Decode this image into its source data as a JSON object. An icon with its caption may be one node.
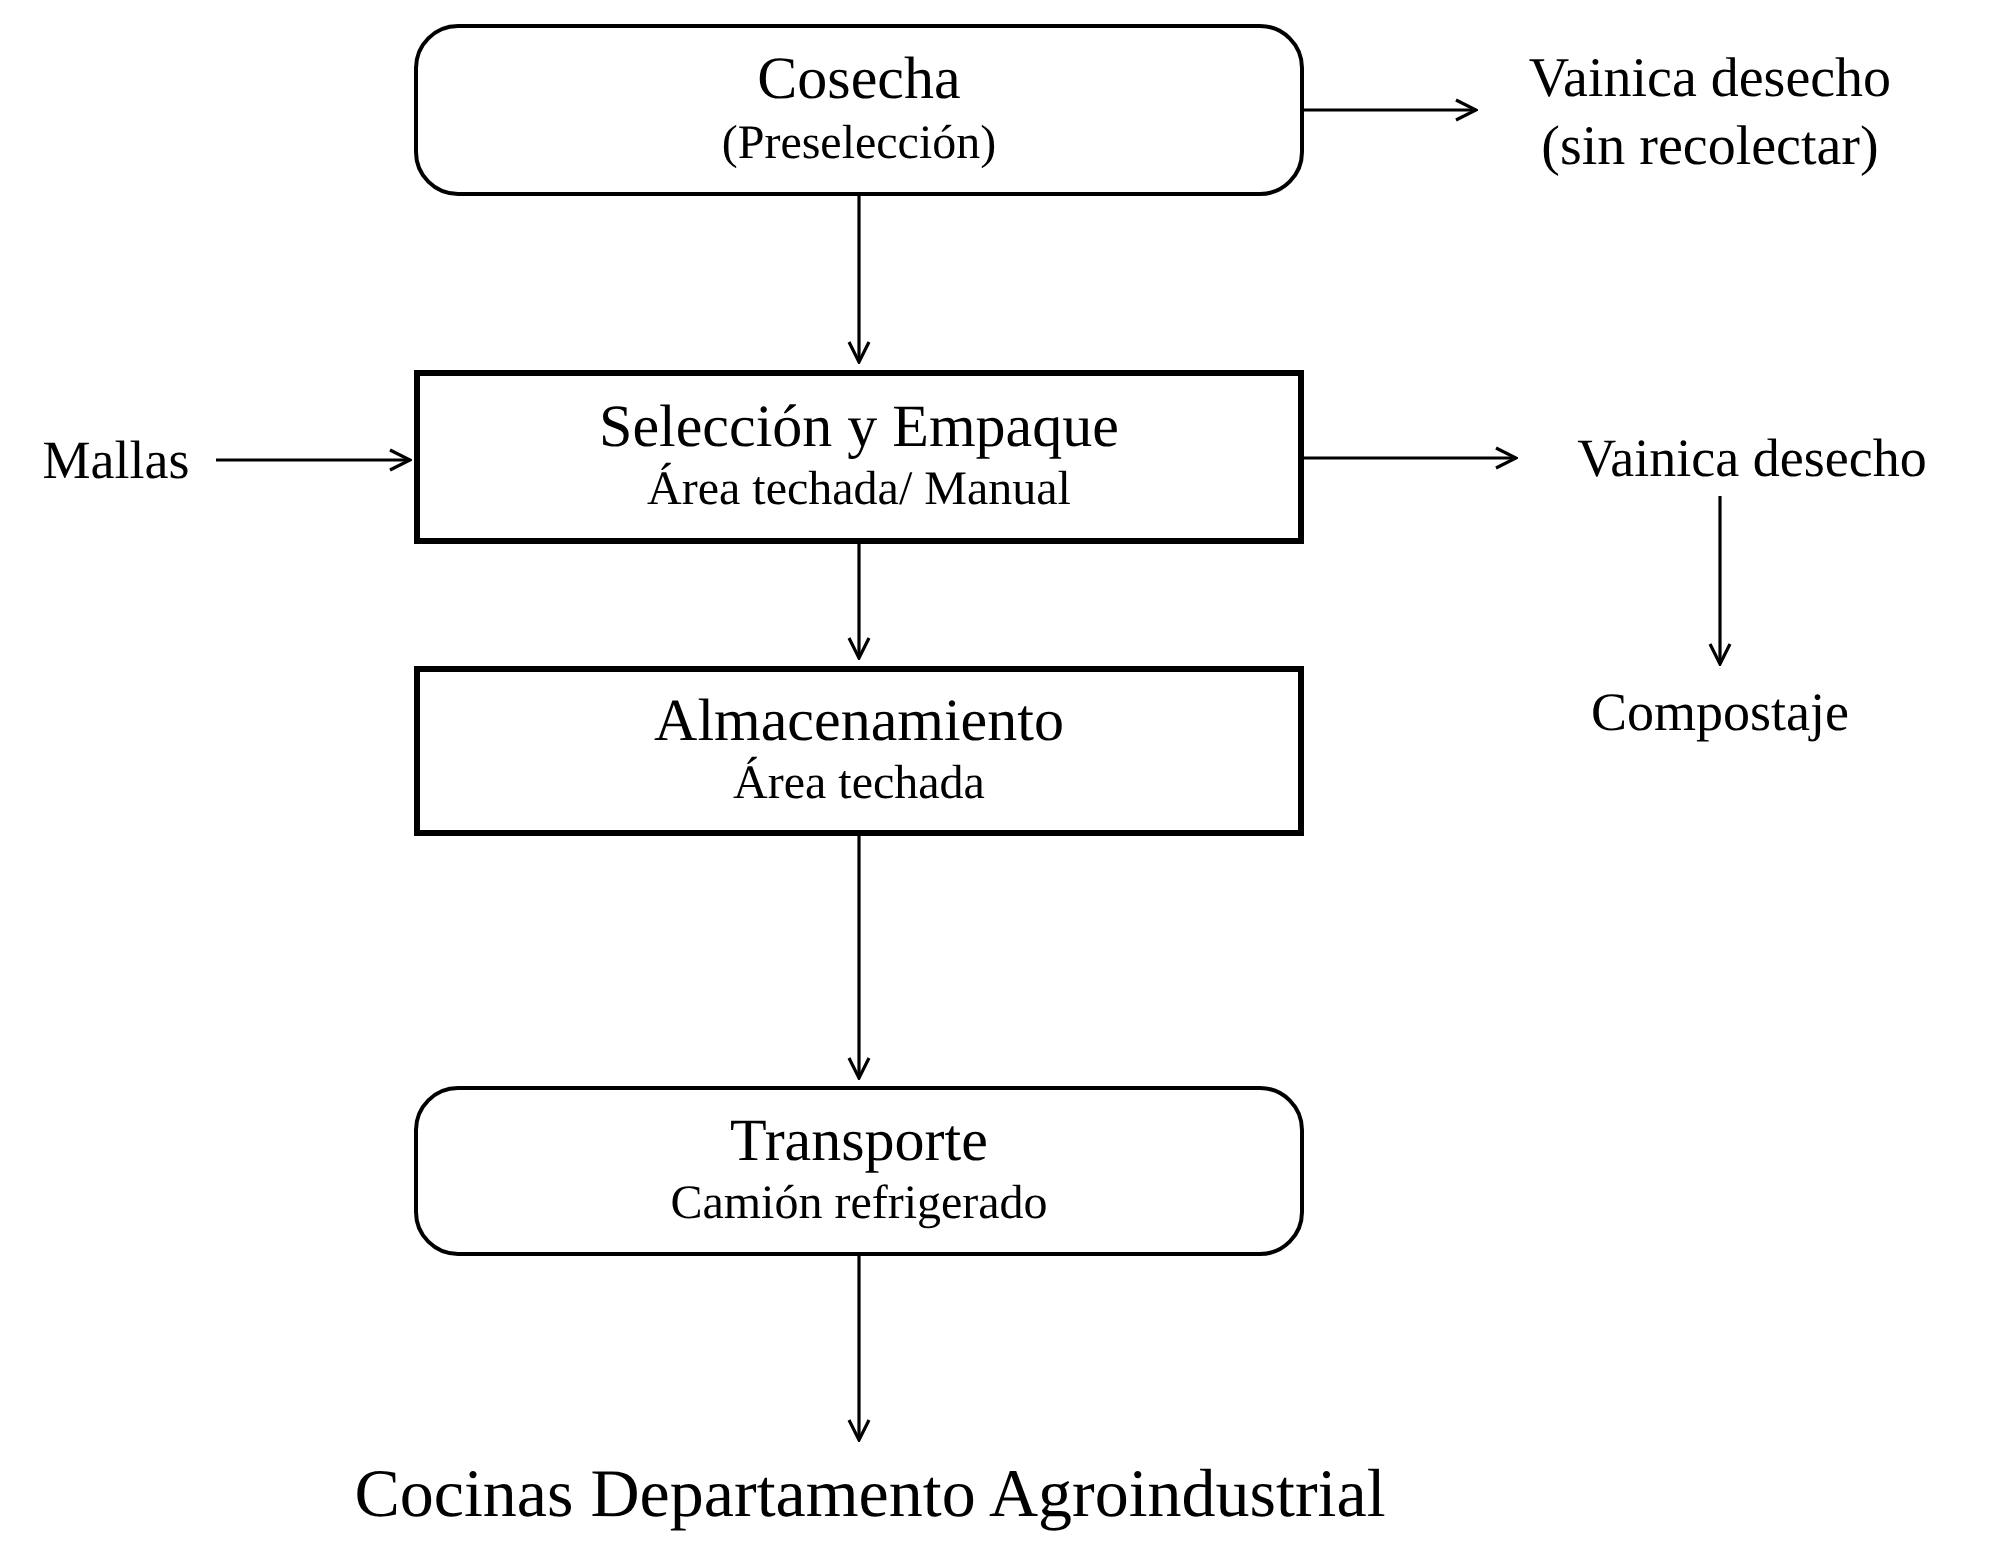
{
  "diagram": {
    "nodes": [
      {
        "text": [
          "Cosecha",
          "(Preselección)"
        ]
      },
      {
        "text": [
          "Vainica desecho (sin recolectar)"
        ]
      },
      {
        "text": [
          "Mallas"
        ]
      },
      {
        "text": [
          "Selección y Empaque",
          "Área techada/ Manual"
        ]
      },
      {
        "text": [
          "Vainica desecho"
        ]
      },
      {
        "text": [
          "Compostaje"
        ]
      },
      {
        "text": [
          "Almacenamiento",
          "Área techada"
        ]
      },
      {
        "text": [
          "Transporte",
          "Camión refrigerado"
        ]
      },
      {
        "text": [
          "Cocinas Departamento Agroindustrial"
        ]
      }
    ],
    "edges": [
      {
        "from": 0,
        "to": 1,
        "arrow": "to"
      },
      {
        "from": 0,
        "to": 3,
        "arrow": "to"
      },
      {
        "from": 2,
        "to": 3,
        "arrow": "to"
      },
      {
        "from": 3,
        "to": 4,
        "arrow": "to"
      },
      {
        "from": 4,
        "to": 5,
        "arrow": "to"
      },
      {
        "from": 3,
        "to": 6,
        "arrow": "to"
      },
      {
        "from": 6,
        "to": 7,
        "arrow": "to"
      },
      {
        "from": 7,
        "to": 8,
        "arrow": "to"
      }
    ]
  }
}
